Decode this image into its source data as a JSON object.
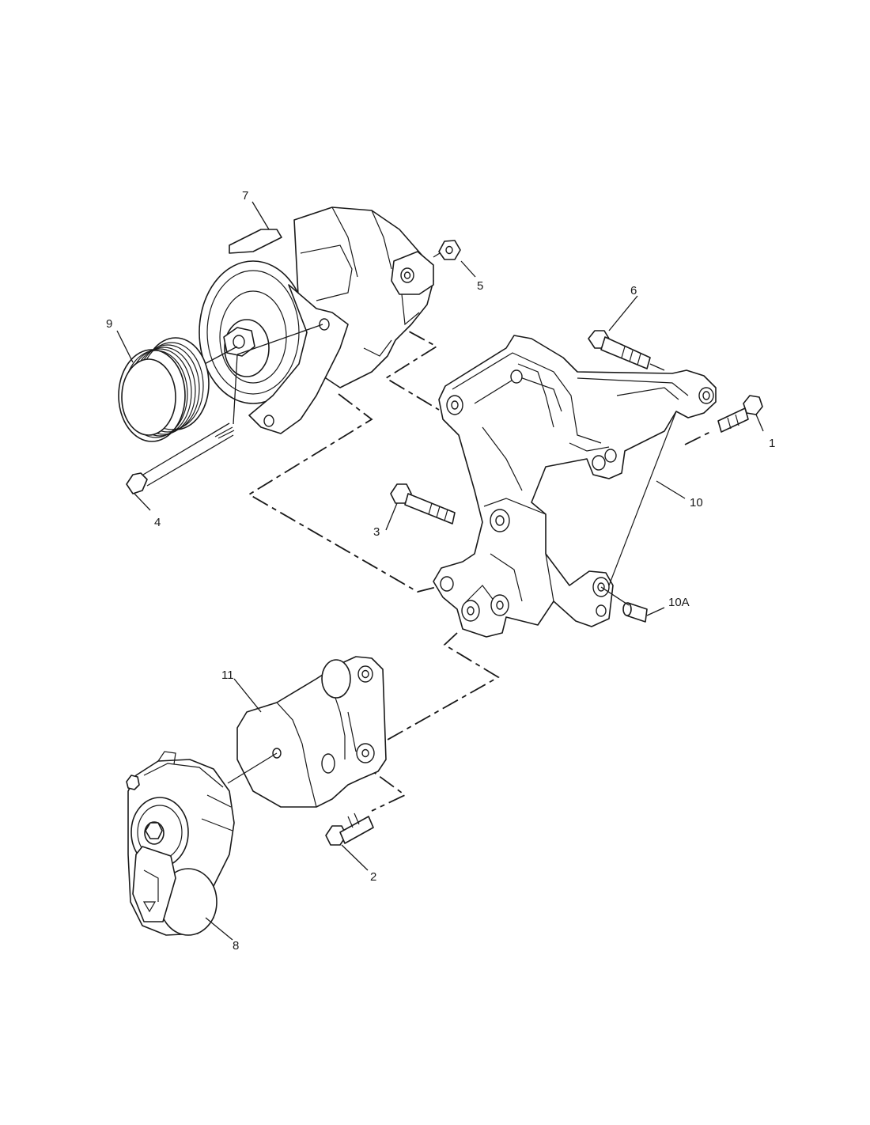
{
  "callouts": {
    "c1": "1",
    "c2": "2",
    "c3": "3",
    "c4": "4",
    "c5": "5",
    "c6": "6",
    "c7": "7",
    "c8": "8",
    "c9": "9",
    "c10": "10",
    "c10a": "10A",
    "c11": "11"
  },
  "colors": {
    "line": "#1a1a1a",
    "background": "#ffffff"
  }
}
